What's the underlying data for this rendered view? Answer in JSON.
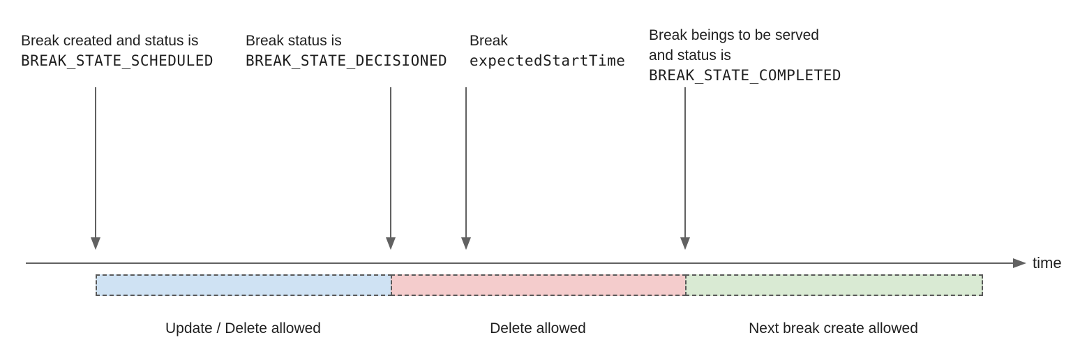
{
  "annotations": [
    {
      "lines": [
        "Break created and status is",
        "BREAK_STATE_SCHEDULED"
      ]
    },
    {
      "lines": [
        "Break status is",
        "BREAK_STATE_DECISIONED"
      ]
    },
    {
      "lines": [
        "Break",
        "expectedStartTime"
      ]
    },
    {
      "lines": [
        "Break beings to be served",
        "and status is",
        "BREAK_STATE_COMPLETED"
      ]
    }
  ],
  "timeline": {
    "axis_label": "time"
  },
  "segments": [
    {
      "label": "Update / Delete allowed",
      "color": "#cfe2f3"
    },
    {
      "label": "Delete allowed",
      "color": "#f4cccc"
    },
    {
      "label": "Next break create allowed",
      "color": "#d9ead3"
    }
  ],
  "colors": {
    "arrow_gray": "#616161",
    "dash_border": "#595959",
    "text": "#1f1f1f"
  }
}
